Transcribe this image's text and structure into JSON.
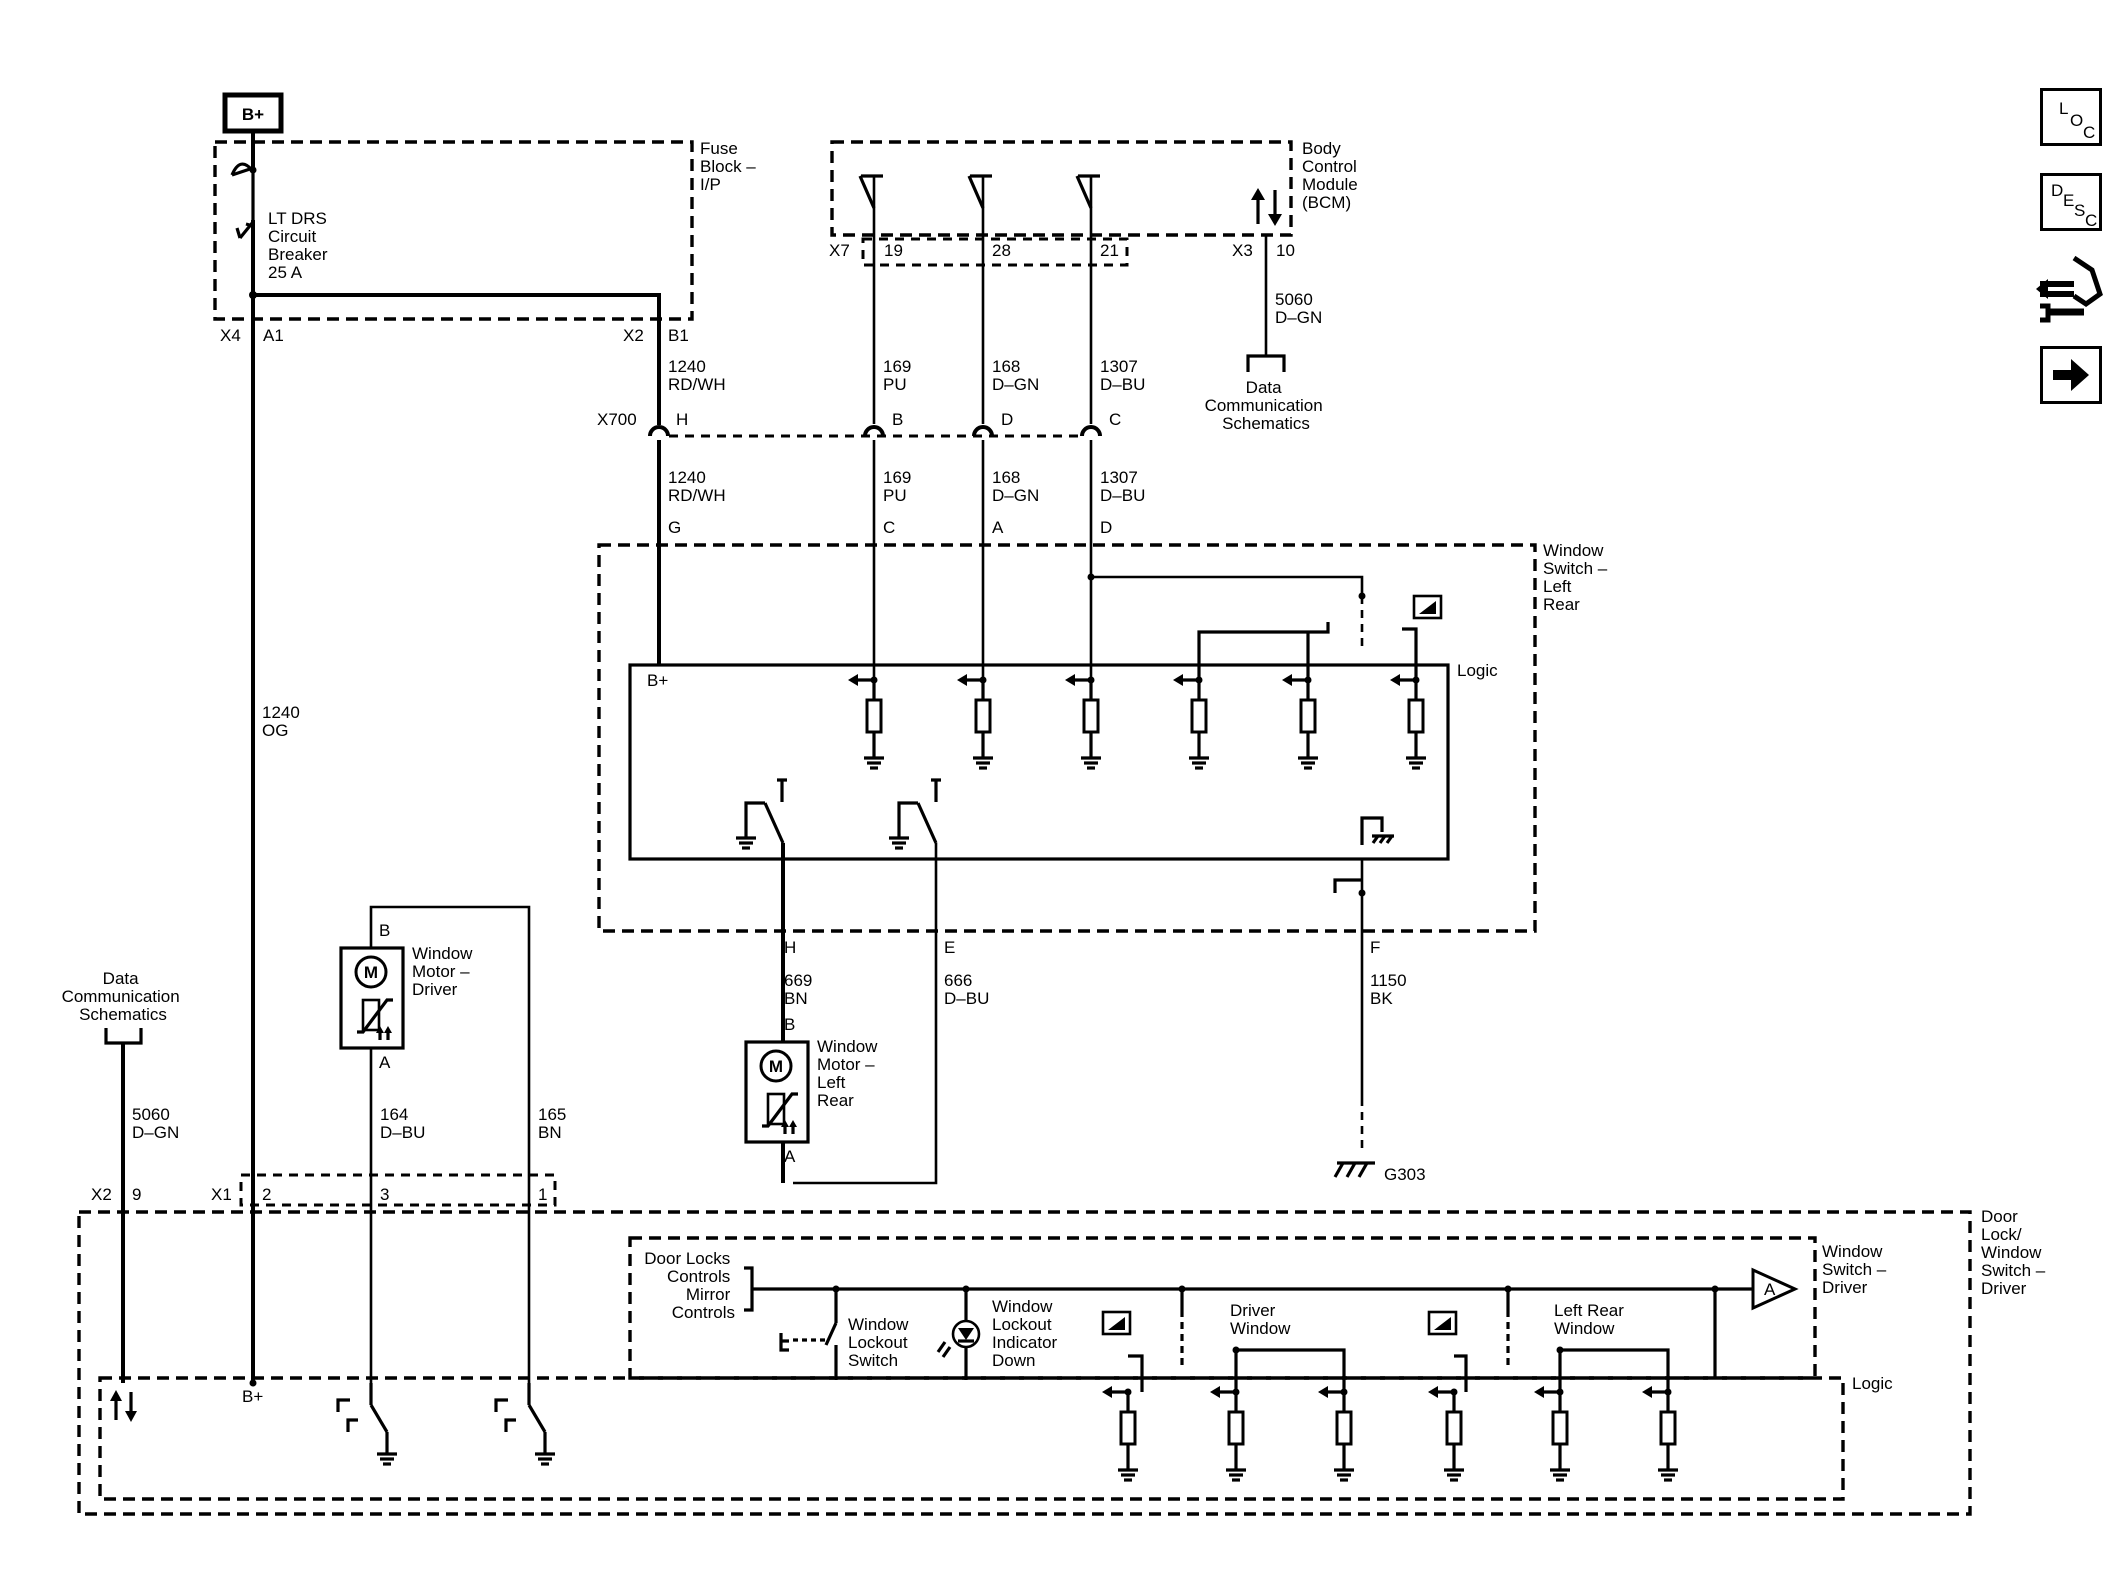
{
  "power": {
    "source": "B+"
  },
  "fuse_block": {
    "name_lines": [
      "Fuse",
      "Block –",
      "I/P"
    ],
    "breaker_lines": [
      "LT DRS",
      "Circuit",
      "Breaker",
      "25 A"
    ],
    "conn_left": "X4",
    "pin_left": "A1",
    "conn_right": "X2",
    "pin_right": "B1"
  },
  "bcm": {
    "name_lines": [
      "Body",
      "Control",
      "Module",
      "(BCM)"
    ],
    "connector_x7": "X7",
    "pins": [
      "19",
      "28",
      "21"
    ],
    "connector_x3": "X3",
    "pin_x3": "10"
  },
  "wires_top": {
    "w1240": [
      "1240",
      "RD/WH"
    ],
    "w169": [
      "169",
      "PU"
    ],
    "w168": [
      "168",
      "D–GN"
    ],
    "w1307": [
      "1307",
      "D–BU"
    ],
    "w5060": [
      "5060",
      "D–GN"
    ]
  },
  "data_comm_top": [
    "Data",
    "Communication",
    "Schematics"
  ],
  "x700": {
    "name": "X700",
    "pins": [
      "H",
      "B",
      "D",
      "C"
    ]
  },
  "wires_mid": {
    "w1240": [
      "1240",
      "RD/WH"
    ],
    "w169": [
      "169",
      "PU"
    ],
    "w168": [
      "168",
      "D–GN"
    ],
    "w1307": [
      "1307",
      "D–BU"
    ]
  },
  "switch_lr": {
    "name_lines": [
      "Window",
      "Switch –",
      "Left",
      "Rear"
    ],
    "top_pins": [
      "G",
      "C",
      "A",
      "D"
    ],
    "bplus": "B+",
    "logic": "Logic",
    "bottom_pins": [
      "H",
      "E",
      "F"
    ]
  },
  "wires_low": {
    "w669": [
      "669",
      "BN"
    ],
    "w666": [
      "666",
      "D–BU"
    ],
    "w1150": [
      "1150",
      "BK"
    ],
    "w1240og": [
      "1240",
      "OG"
    ],
    "w164": [
      "164",
      "D–BU"
    ],
    "w165": [
      "165",
      "BN"
    ],
    "w5060b": [
      "5060",
      "D–GN"
    ]
  },
  "ground": "G303",
  "motor_lr": {
    "name_lines": [
      "Window",
      "Motor –",
      "Left",
      "Rear"
    ],
    "pin_top": "B",
    "pin_bottom": "A",
    "symbol": "M"
  },
  "motor_drv": {
    "name_lines": [
      "Window",
      "Motor –",
      "Driver"
    ],
    "pin_top": "B",
    "pin_bottom": "A",
    "symbol": "M"
  },
  "data_comm_left": [
    "Data",
    "Communication",
    "Schematics"
  ],
  "driver_switch": {
    "name_lines": [
      "Door",
      "Lock/",
      "Window",
      "Switch –",
      "Driver"
    ],
    "conn_x2": "X2",
    "pin_x2": "9",
    "conn_x1": "X1",
    "pins_x1": [
      "2",
      "3",
      "1"
    ],
    "inner_name_lines": [
      "Window",
      "Switch –",
      "Driver"
    ],
    "door_lock_lines": [
      "Door Locks",
      "Controls",
      "Mirror",
      "Controls"
    ],
    "lockout_switch_lines": [
      "Window",
      "Lockout",
      "Switch"
    ],
    "lockout_led_lines": [
      "Window",
      "Lockout",
      "Indicator",
      "Down"
    ],
    "driver_window_lines": [
      "Driver",
      "Window"
    ],
    "left_rear_window_lines": [
      "Left Rear",
      "Window"
    ],
    "logic": "Logic",
    "bplus": "B+",
    "amp": "A"
  },
  "nav": [
    {
      "id": "loc",
      "letters": [
        "L",
        "O",
        "C"
      ]
    },
    {
      "id": "desc",
      "letters": [
        "D",
        "E",
        "S",
        "C"
      ]
    },
    {
      "id": "connector-view",
      "icon": "connector-icon"
    },
    {
      "id": "next",
      "icon": "arrow-right-icon"
    }
  ]
}
